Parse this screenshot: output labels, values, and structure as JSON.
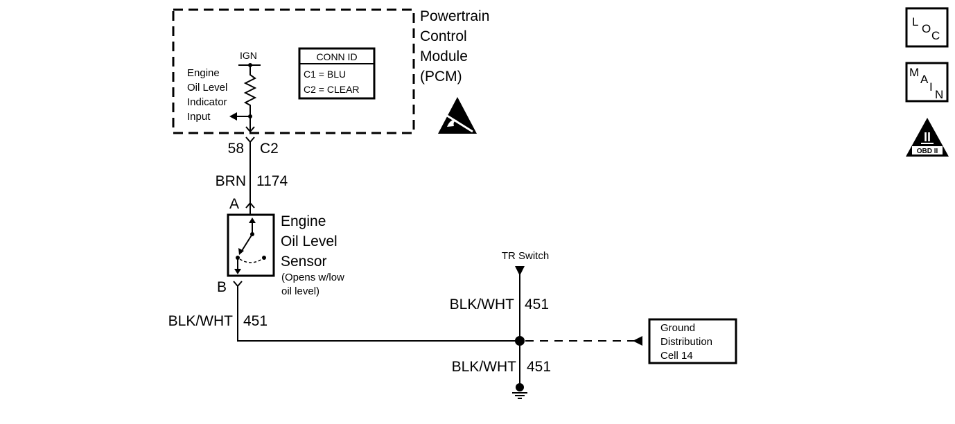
{
  "pcm": {
    "title_lines": [
      "Powertrain",
      "Control",
      "Module",
      "(PCM)"
    ],
    "input_lines": [
      "Engine",
      "Oil Level",
      "Indicator",
      "Input"
    ],
    "ign_label": "IGN",
    "conn_id": {
      "title": "CONN ID",
      "rows": [
        "C1 = BLU",
        "C2 = CLEAR"
      ]
    }
  },
  "pcm_connector": {
    "pin": "58",
    "connector": "C2"
  },
  "wire_upper": {
    "color": "BRN",
    "circuit": "1174"
  },
  "sensor": {
    "pin_a": "A",
    "pin_b": "B",
    "name_lines": [
      "Engine",
      "Oil Level",
      "Sensor"
    ],
    "note_lines": [
      "(Opens w/low",
      " oil level)"
    ]
  },
  "wire_left": {
    "color": "BLK/WHT",
    "circuit": "451"
  },
  "tr_switch": {
    "label": "TR Switch"
  },
  "wire_vertical_top": {
    "color": "BLK/WHT",
    "circuit": "451"
  },
  "wire_vertical_bottom": {
    "color": "BLK/WHT",
    "circuit": "451"
  },
  "ground_ref": {
    "lines": [
      "Ground",
      "Distribution",
      "Cell 14"
    ]
  },
  "badges": {
    "loc": [
      "L",
      "O",
      "C"
    ],
    "main": [
      "M",
      "A",
      "I",
      "N"
    ],
    "obd": {
      "numeral": "II",
      "label": "OBD II"
    }
  }
}
